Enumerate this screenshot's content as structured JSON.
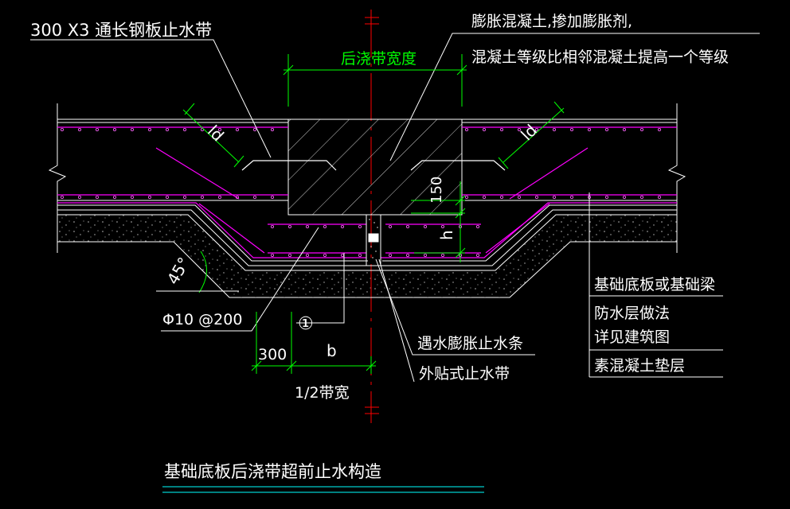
{
  "labels": {
    "steel_plate": "300 X3 通长钢板止水带",
    "expansion_concrete_1": "膨胀混凝土,掺加膨胀剂,",
    "expansion_concrete_2": "混凝土等级比相邻混凝土提高一个等级",
    "pour_band_width": "后浇带宽度",
    "ld_left": "ld",
    "ld_right": "ld",
    "dim_150": "150",
    "dim_h": "h",
    "angle_45": "45°",
    "rebar": "Φ10 @200",
    "circle_1": "①",
    "dim_300": "300",
    "dim_b": "b",
    "half_band": "1/2带宽",
    "swell_strip": "遇水膨胀止水条",
    "external_stop": "外贴式止水带",
    "foundation": "基础底板或基础梁",
    "waterproof_1": "防水层做法",
    "waterproof_2": "详见建筑图",
    "plain_concrete": "素混凝土垫层",
    "title": "基础底板后浇带超前止水构造"
  },
  "colors": {
    "background": "#000000",
    "lines": "#ffffff",
    "rebar": "#ff00ff",
    "dimension": "#00ff00",
    "axis": "#ff0000",
    "title_underline": "#00ffff",
    "label_white": "#ffffff",
    "label_green": "#00ff00"
  }
}
